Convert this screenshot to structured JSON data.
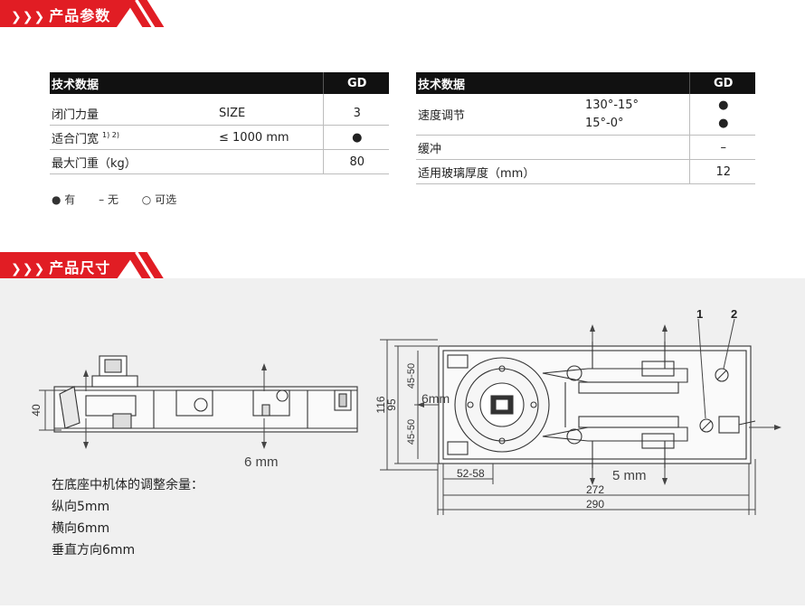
{
  "section1": {
    "title": "产品参数"
  },
  "table_left": {
    "header": {
      "label": "技术数据",
      "col": "GD"
    },
    "rows": [
      {
        "label": "闭门力量",
        "note": "",
        "spec": "SIZE",
        "value": "3"
      },
      {
        "label": "适合门宽",
        "note": "1) 2)",
        "spec": "≤  1000 mm",
        "value": "●"
      },
      {
        "label": "最大门重（kg）",
        "note": "",
        "spec": "",
        "value": "80"
      }
    ]
  },
  "table_right": {
    "header": {
      "label": "技术数据",
      "col": "GD"
    },
    "rows": [
      {
        "label": "速度调节",
        "spec1": "130°-15°",
        "spec2": "15°-0°",
        "value1": "●",
        "value2": "●"
      },
      {
        "label": "缓冲",
        "value": "–"
      },
      {
        "label": "适用玻璃厚度（mm）",
        "value": "12"
      }
    ]
  },
  "legend": {
    "has": "● 有",
    "none": "– 无",
    "optional": "○ 可选"
  },
  "section2": {
    "title": "产品尺寸"
  },
  "drawing": {
    "left": {
      "height": "40",
      "vertical": "6 mm"
    },
    "right": {
      "label1": "1",
      "label2": "2",
      "d116": "116",
      "d95": "95",
      "d4550a": "45-50",
      "d4550b": "45-50",
      "d6mm": "6mm",
      "d5258": "52-58",
      "d5mm": "5 mm",
      "d272": "272",
      "d290": "290"
    }
  },
  "notes": {
    "line1": "在底座中机体的调整余量：",
    "line2": "纵向5mm",
    "line3": "横向6mm",
    "line4": "垂直方向6mm"
  },
  "colors": {
    "accent": "#e11d24",
    "header_bg": "#111111",
    "drawing_bg": "#f0f0f0"
  }
}
